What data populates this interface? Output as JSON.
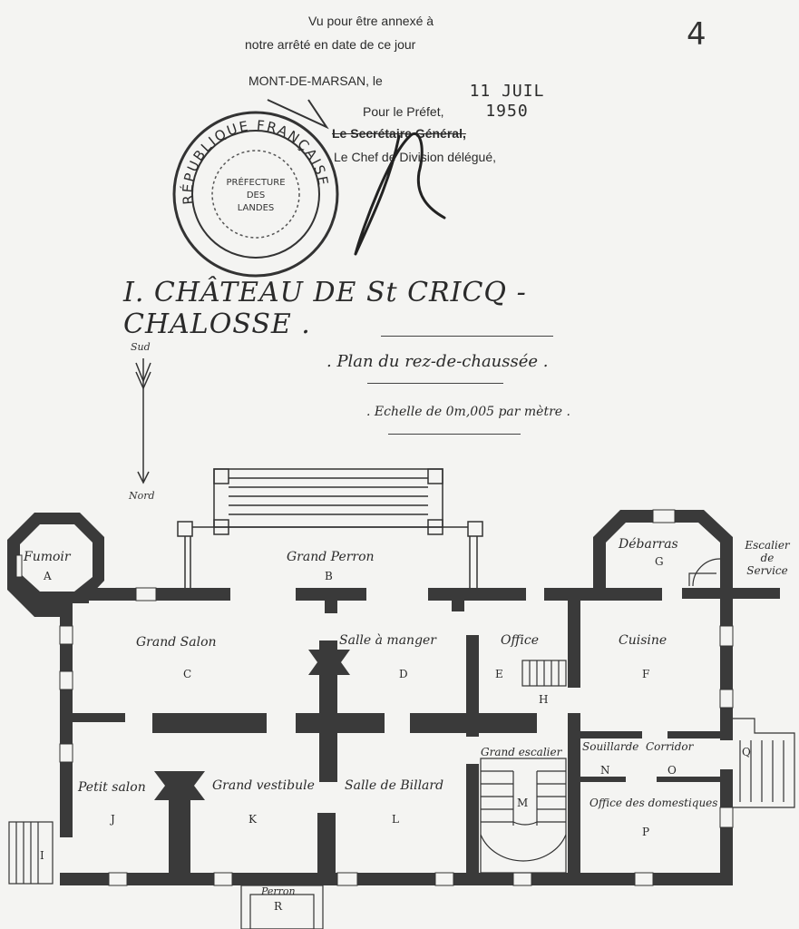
{
  "page_number": "4",
  "stamp": {
    "line1": "Vu pour être annexé à",
    "line2": "notre arrêté en date de ce jour",
    "line3": "MONT-DE-MARSAN, le",
    "date": "11 JUIL 1950",
    "line4": "Pour le Préfet,",
    "line5": "Le Secrétaire Général,",
    "line6": "Le Chef de Division délégué,",
    "seal_outer": "RÉPUBLIQUE FRANÇAISE",
    "seal_inner": [
      "PRÉFECTURE",
      "DES",
      "LANDES"
    ]
  },
  "title": "I. CHÂTEAU DE St CRICQ - CHALOSSE .",
  "subtitle": ". Plan du rez-de-chaussée .",
  "scale": ". Echelle de 0m,005 par mètre .",
  "compass": {
    "south": "Sud",
    "north": "Nord"
  },
  "rooms": [
    {
      "name": "Fumoir",
      "letter": "A"
    },
    {
      "name": "Grand Perron",
      "letter": "B"
    },
    {
      "name": "Grand Salon",
      "letter": "C"
    },
    {
      "name": "Salle à manger",
      "letter": "D"
    },
    {
      "name": "Office",
      "letter": "E"
    },
    {
      "name": "Cuisine",
      "letter": "F"
    },
    {
      "name": "Débarras",
      "letter": "G"
    },
    {
      "name": "Escalier de Service",
      "letter": ""
    },
    {
      "name": "",
      "letter": "H"
    },
    {
      "name": "Petit salon",
      "letter": "J"
    },
    {
      "name": "Grand vestibule",
      "letter": "K"
    },
    {
      "name": "Salle de Billard",
      "letter": "L"
    },
    {
      "name": "Grand escalier",
      "letter": "M"
    },
    {
      "name": "Souillarde",
      "letter": "N"
    },
    {
      "name": "Corridor",
      "letter": "O"
    },
    {
      "name": "Office des domestiques",
      "letter": "P"
    },
    {
      "name": "",
      "letter": "Q"
    },
    {
      "name": "Perron",
      "letter": "R"
    },
    {
      "name": "",
      "letter": "I"
    }
  ],
  "colors": {
    "ink": "#2a2a2a",
    "paper": "#f4f4f2",
    "wall": "#3a3a3a"
  }
}
